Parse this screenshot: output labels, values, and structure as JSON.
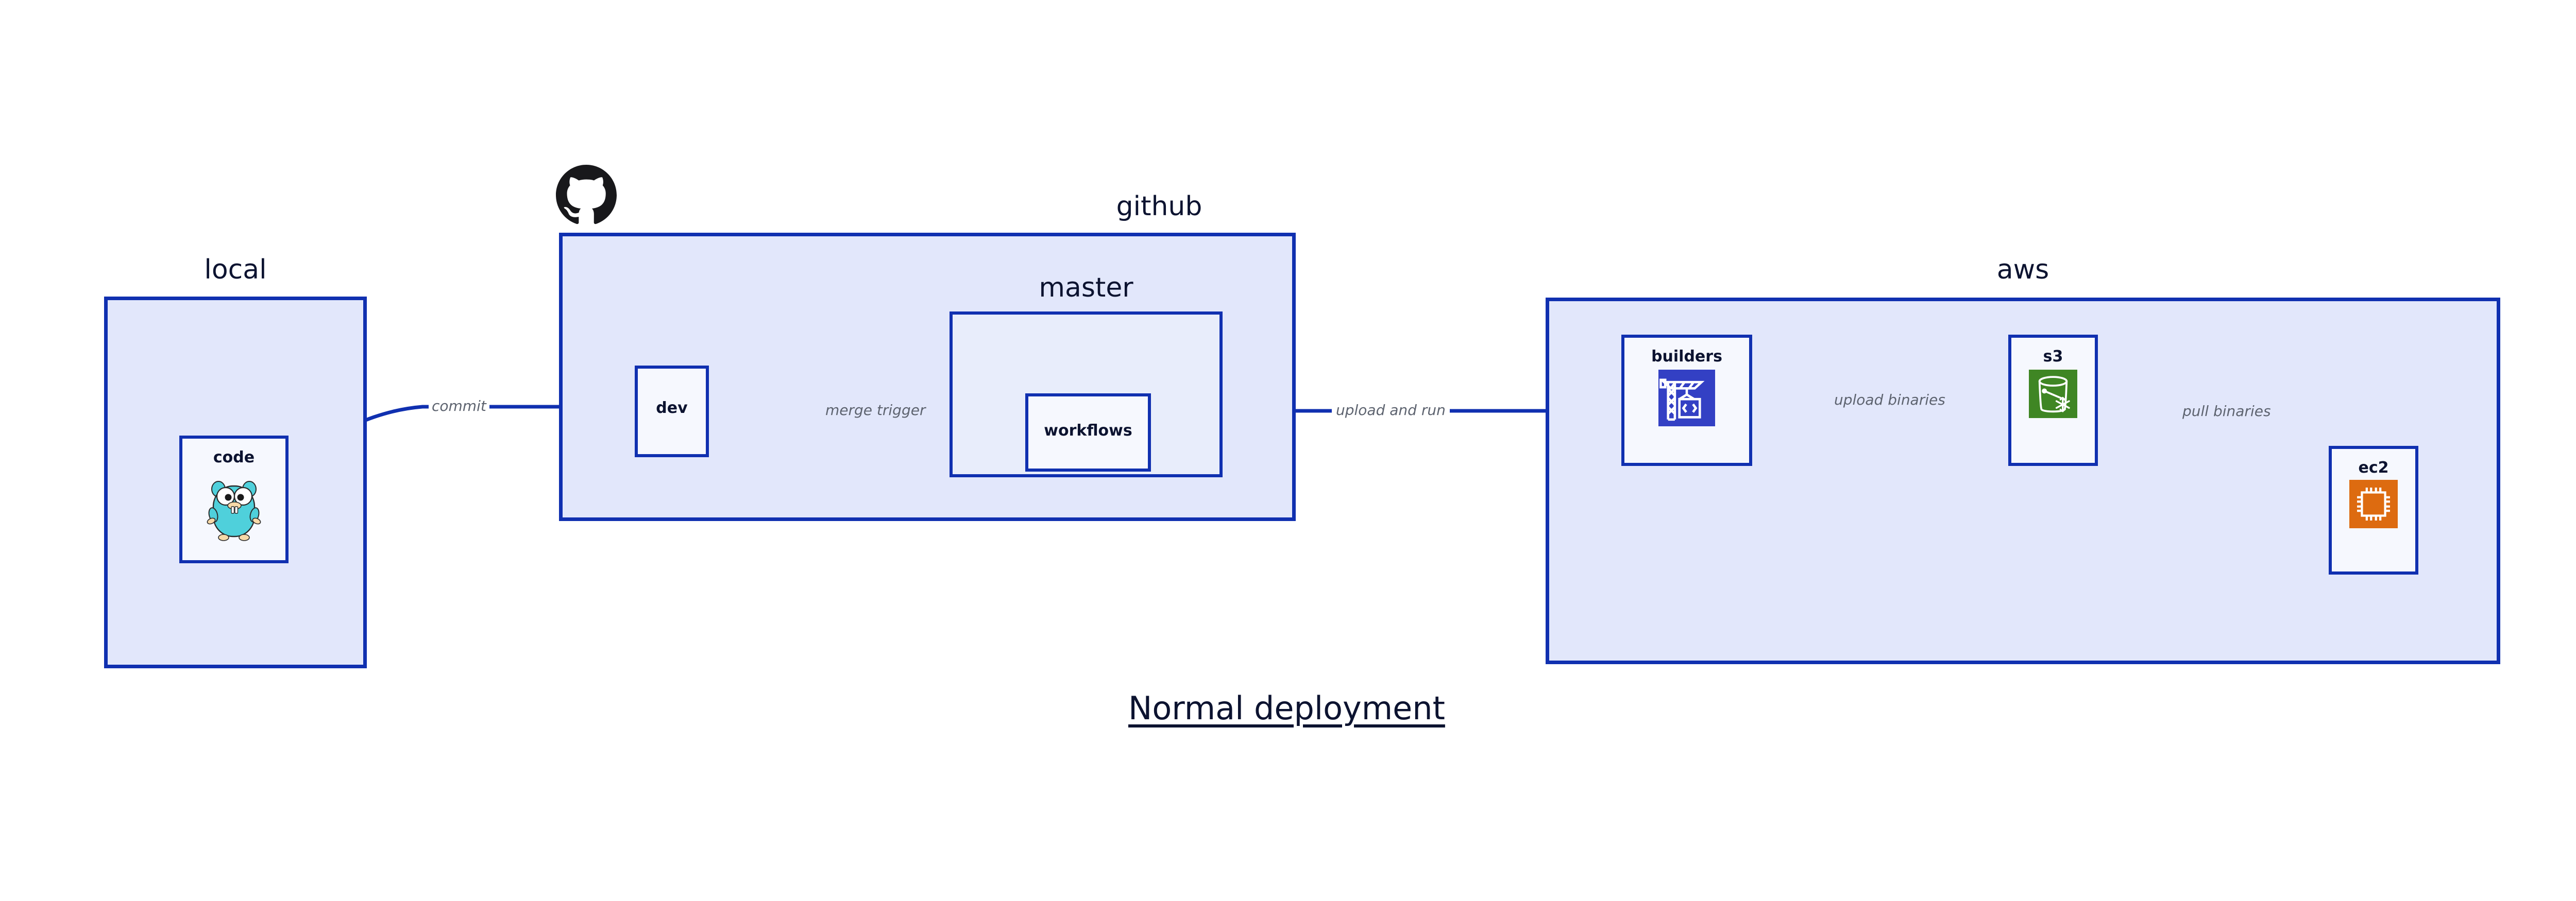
{
  "diagram": {
    "caption": "Normal deployment",
    "accent_border": "#1030b0",
    "group_fill": "#e2e7fb",
    "node_fill": "#eaeffc",
    "label_color": "#5d636f",
    "title_color": "#0c1330"
  },
  "groups": [
    {
      "id": "local",
      "label": "local"
    },
    {
      "id": "github",
      "label": "github"
    },
    {
      "id": "aws",
      "label": "aws"
    }
  ],
  "subgroups": [
    {
      "id": "master",
      "label": "master"
    }
  ],
  "nodes": [
    {
      "id": "code",
      "label": "code",
      "icon": "go-gopher-icon"
    },
    {
      "id": "dev",
      "label": "dev",
      "icon": "none"
    },
    {
      "id": "workflows",
      "label": "workflows",
      "icon": "none"
    },
    {
      "id": "builders",
      "label": "builders",
      "icon": "aws-codebuild-crane-icon",
      "icon_color": "#3340c4"
    },
    {
      "id": "s3",
      "label": "s3",
      "icon": "aws-s3-bucket-icon",
      "icon_color": "#3f8624"
    },
    {
      "id": "ec2",
      "label": "ec2",
      "icon": "aws-ec2-chip-icon",
      "icon_color": "#dd6b10"
    }
  ],
  "edges": [
    {
      "id": "commit",
      "label": "commit",
      "from": "code",
      "to": "dev"
    },
    {
      "id": "merge-trigger",
      "label": "merge trigger",
      "from": "dev",
      "to": "workflows"
    },
    {
      "id": "upload-and-run",
      "label": "upload and run",
      "from": "workflows",
      "to": "builders"
    },
    {
      "id": "upload-binaries",
      "label": "upload binaries",
      "from": "builders",
      "to": "s3"
    },
    {
      "id": "pull-binaries",
      "label": "pull binaries",
      "from": "s3",
      "to": "ec2"
    }
  ],
  "logos": [
    {
      "id": "github-mark",
      "name": "github-octocat-logo",
      "color": "#18181b"
    }
  ]
}
